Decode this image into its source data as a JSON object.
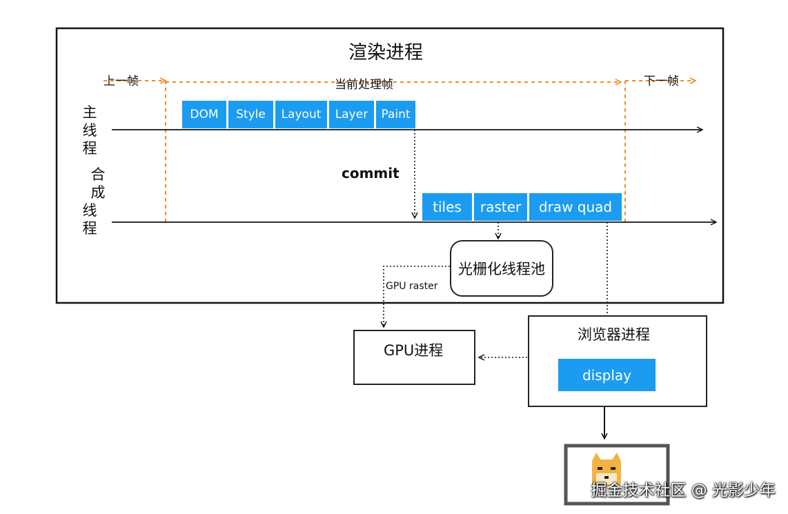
{
  "title": "渲染进程",
  "frames": {
    "prev": "上一帧",
    "current": "当前处理帧",
    "next": "下一帧"
  },
  "threads": {
    "main": [
      "主",
      "线",
      "程"
    ],
    "compositor": [
      "合",
      "成",
      "线",
      "程"
    ]
  },
  "main_thread_stages": [
    "DOM",
    "Style",
    "Layout",
    "Layer",
    "Paint"
  ],
  "commit_label": "commit",
  "compositor_stages": [
    "tiles",
    "raster",
    "draw quad"
  ],
  "raster_pool": "光栅化线程池",
  "gpu_raster_label": "GPU raster",
  "gpu_process": "GPU进程",
  "browser_process": {
    "title": "浏览器进程",
    "display": "display"
  },
  "colors": {
    "block": "#1c9cf0",
    "frame_marker": "#f08a24",
    "line": "#111111"
  },
  "watermark": "掘金技术社区 @ 光影少年"
}
